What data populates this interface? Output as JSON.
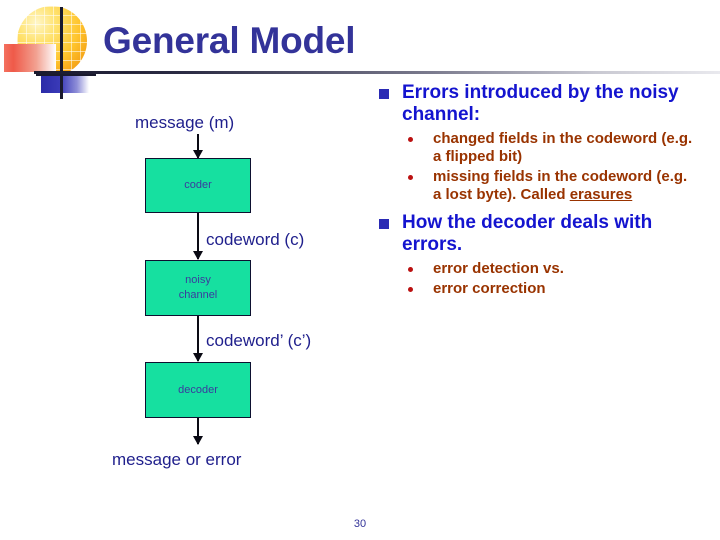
{
  "slide": {
    "title": "General Model",
    "page_number": "30"
  },
  "logo": {
    "sun_icon": "sun-grid-icon",
    "red_square_icon": "red-gradient-square-icon",
    "blue_square_icon": "blue-gradient-square-icon",
    "vertical_line_icon": "vertical-rule-icon",
    "horizontal_line_icon": "horizontal-rule-icon"
  },
  "colors": {
    "title": "#333399",
    "box_fill": "#16e0a0",
    "box_border": "#0d1030",
    "box_text": "#3b3b9e",
    "flow_label": "#1f1f8c",
    "bullet_level1": "#1414cf",
    "bullet_level1_marker": "#2a2ab4",
    "bullet_level2": "#993300",
    "bullet_level2_marker": "#bb1111",
    "page_number": "#333399"
  },
  "diagram": {
    "labels": {
      "input": "message (m)",
      "codeword": "codeword (c)",
      "codeword_prime": "codeword’ (c’)",
      "output": "message or error"
    },
    "boxes": [
      {
        "id": "coder",
        "label": "coder"
      },
      {
        "id": "noisy-channel",
        "label": "noisy\nchannel",
        "line1": "noisy",
        "line2": "channel"
      },
      {
        "id": "decoder",
        "label": "decoder"
      }
    ]
  },
  "bullets": [
    {
      "id": "errors-introduced",
      "text": "Errors introduced by the noisy channel:",
      "sub": [
        {
          "id": "changed-fields",
          "text": "changed fields in the codeword (e.g. a flipped bit)"
        },
        {
          "id": "missing-fields",
          "text_before": "missing fields in the codeword (e.g. a lost byte).  Called ",
          "text_underlined": "erasures"
        }
      ]
    },
    {
      "id": "decoder-deals",
      "text": "How the decoder deals with errors.",
      "sub": [
        {
          "id": "error-detection",
          "text": "error detection vs."
        },
        {
          "id": "error-correction",
          "text": "error correction"
        }
      ]
    }
  ]
}
